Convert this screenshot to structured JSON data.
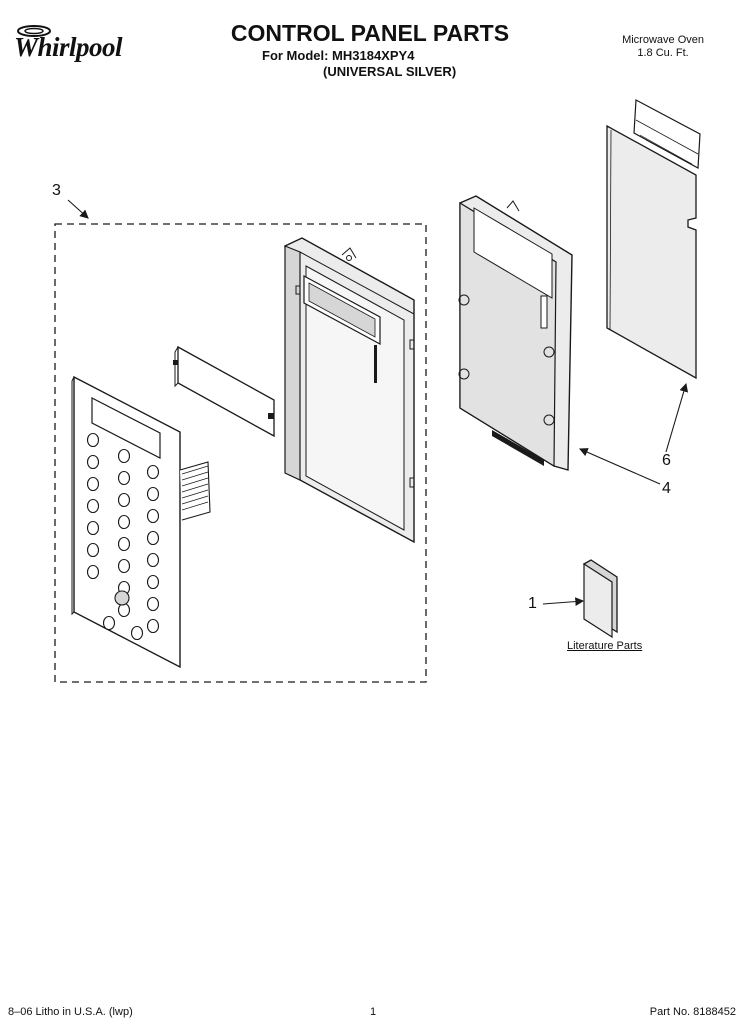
{
  "brand": "Whirlpool",
  "title": "CONTROL PANEL PARTS",
  "model_line": "For Model: MH3184XPY4",
  "variant_line": "(UNIVERSAL SILVER)",
  "category": {
    "product": "Microwave Oven",
    "size": "1.8 Cu. Ft."
  },
  "callouts": {
    "c1": "1",
    "c3": "3",
    "c4": "4",
    "c6": "6"
  },
  "literature_label": "Literature Parts",
  "footer": {
    "left": "8–06 Litho in U.S.A. (lwp)",
    "page": "1",
    "part_no": "Part No. 8188452"
  },
  "colors": {
    "line": "#1a1a1a",
    "shade": "#d6d6d6",
    "light": "#ececec"
  }
}
